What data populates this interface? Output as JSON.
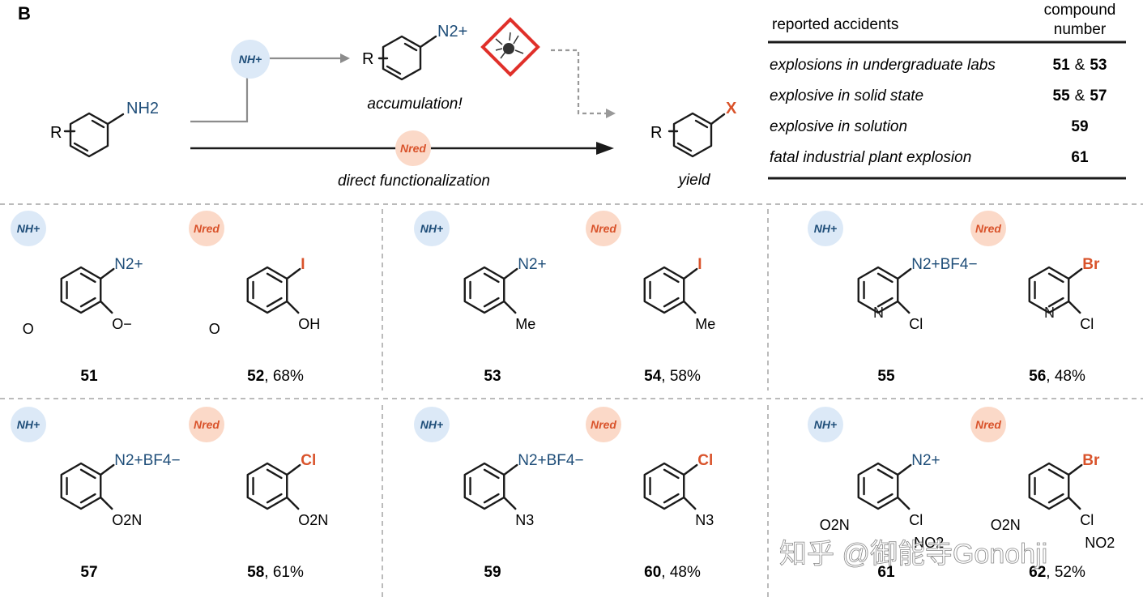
{
  "panel_label": "B",
  "scheme": {
    "reagent_left_R": "R",
    "reagent_left_group": "NH2",
    "nh_badge": "NH+",
    "nred_badge": "Nred",
    "intermediate_R": "R",
    "intermediate_group": "N2+",
    "accumulation_label": "accumulation!",
    "direct_label": "direct functionalization",
    "product_R": "R",
    "product_group": "X",
    "yield_label": "yield",
    "hazard_icon": "explosive-hazard-icon"
  },
  "table": {
    "col_accidents": "reported accidents",
    "col_compound_line1": "compound",
    "col_compound_line2": "number",
    "rows": [
      {
        "text": "explosions in undergraduate labs",
        "num_a": "51",
        "amp": "&",
        "num_b": "53"
      },
      {
        "text": "explosive in solid state",
        "num_a": "55",
        "amp": "&",
        "num_b": "57"
      },
      {
        "text": "explosive in solution",
        "num_a": "59",
        "amp": "",
        "num_b": ""
      },
      {
        "text": "fatal industrial plant explosion",
        "num_a": "61",
        "amp": "",
        "num_b": ""
      }
    ]
  },
  "compounds": [
    {
      "id": "51",
      "yield": "",
      "subst": "N2+",
      "sub2": "O−",
      "sub3": "O"
    },
    {
      "id": "52",
      "yield": ", 68%",
      "subst": "I",
      "sub2": "OH",
      "sub3": "O"
    },
    {
      "id": "53",
      "yield": "",
      "subst": "N2+",
      "sub2": "Me"
    },
    {
      "id": "54",
      "yield": ", 58%",
      "subst": "I",
      "sub2": "Me"
    },
    {
      "id": "55",
      "yield": "",
      "subst": "N2+BF4−",
      "sub2": "Cl",
      "ring_n": "N"
    },
    {
      "id": "56",
      "yield": ", 48%",
      "subst": "Br",
      "sub2": "Cl",
      "ring_n": "N"
    },
    {
      "id": "57",
      "yield": "",
      "subst": "N2+BF4−",
      "sub2": "O2N"
    },
    {
      "id": "58",
      "yield": ", 61%",
      "subst": "Cl",
      "sub2": "O2N"
    },
    {
      "id": "59",
      "yield": "",
      "subst": "N2+BF4−",
      "sub2": "N3"
    },
    {
      "id": "60",
      "yield": ", 48%",
      "subst": "Cl",
      "sub2": "N3"
    },
    {
      "id": "61",
      "yield": "",
      "subst": "N2+",
      "sub2": "Cl",
      "sub3": "O2N",
      "sub4": "NO2"
    },
    {
      "id": "62",
      "yield": ", 52%",
      "subst": "Br",
      "sub2": "Cl",
      "sub3": "O2N",
      "sub4": "NO2"
    }
  ],
  "watermark": "知乎 @御能寺Gonohji",
  "colors": {
    "blue_badge": "#dce9f7",
    "red_badge": "#fbd9c8",
    "blue_text": "#1f4e79",
    "red_text": "#d9532b"
  }
}
